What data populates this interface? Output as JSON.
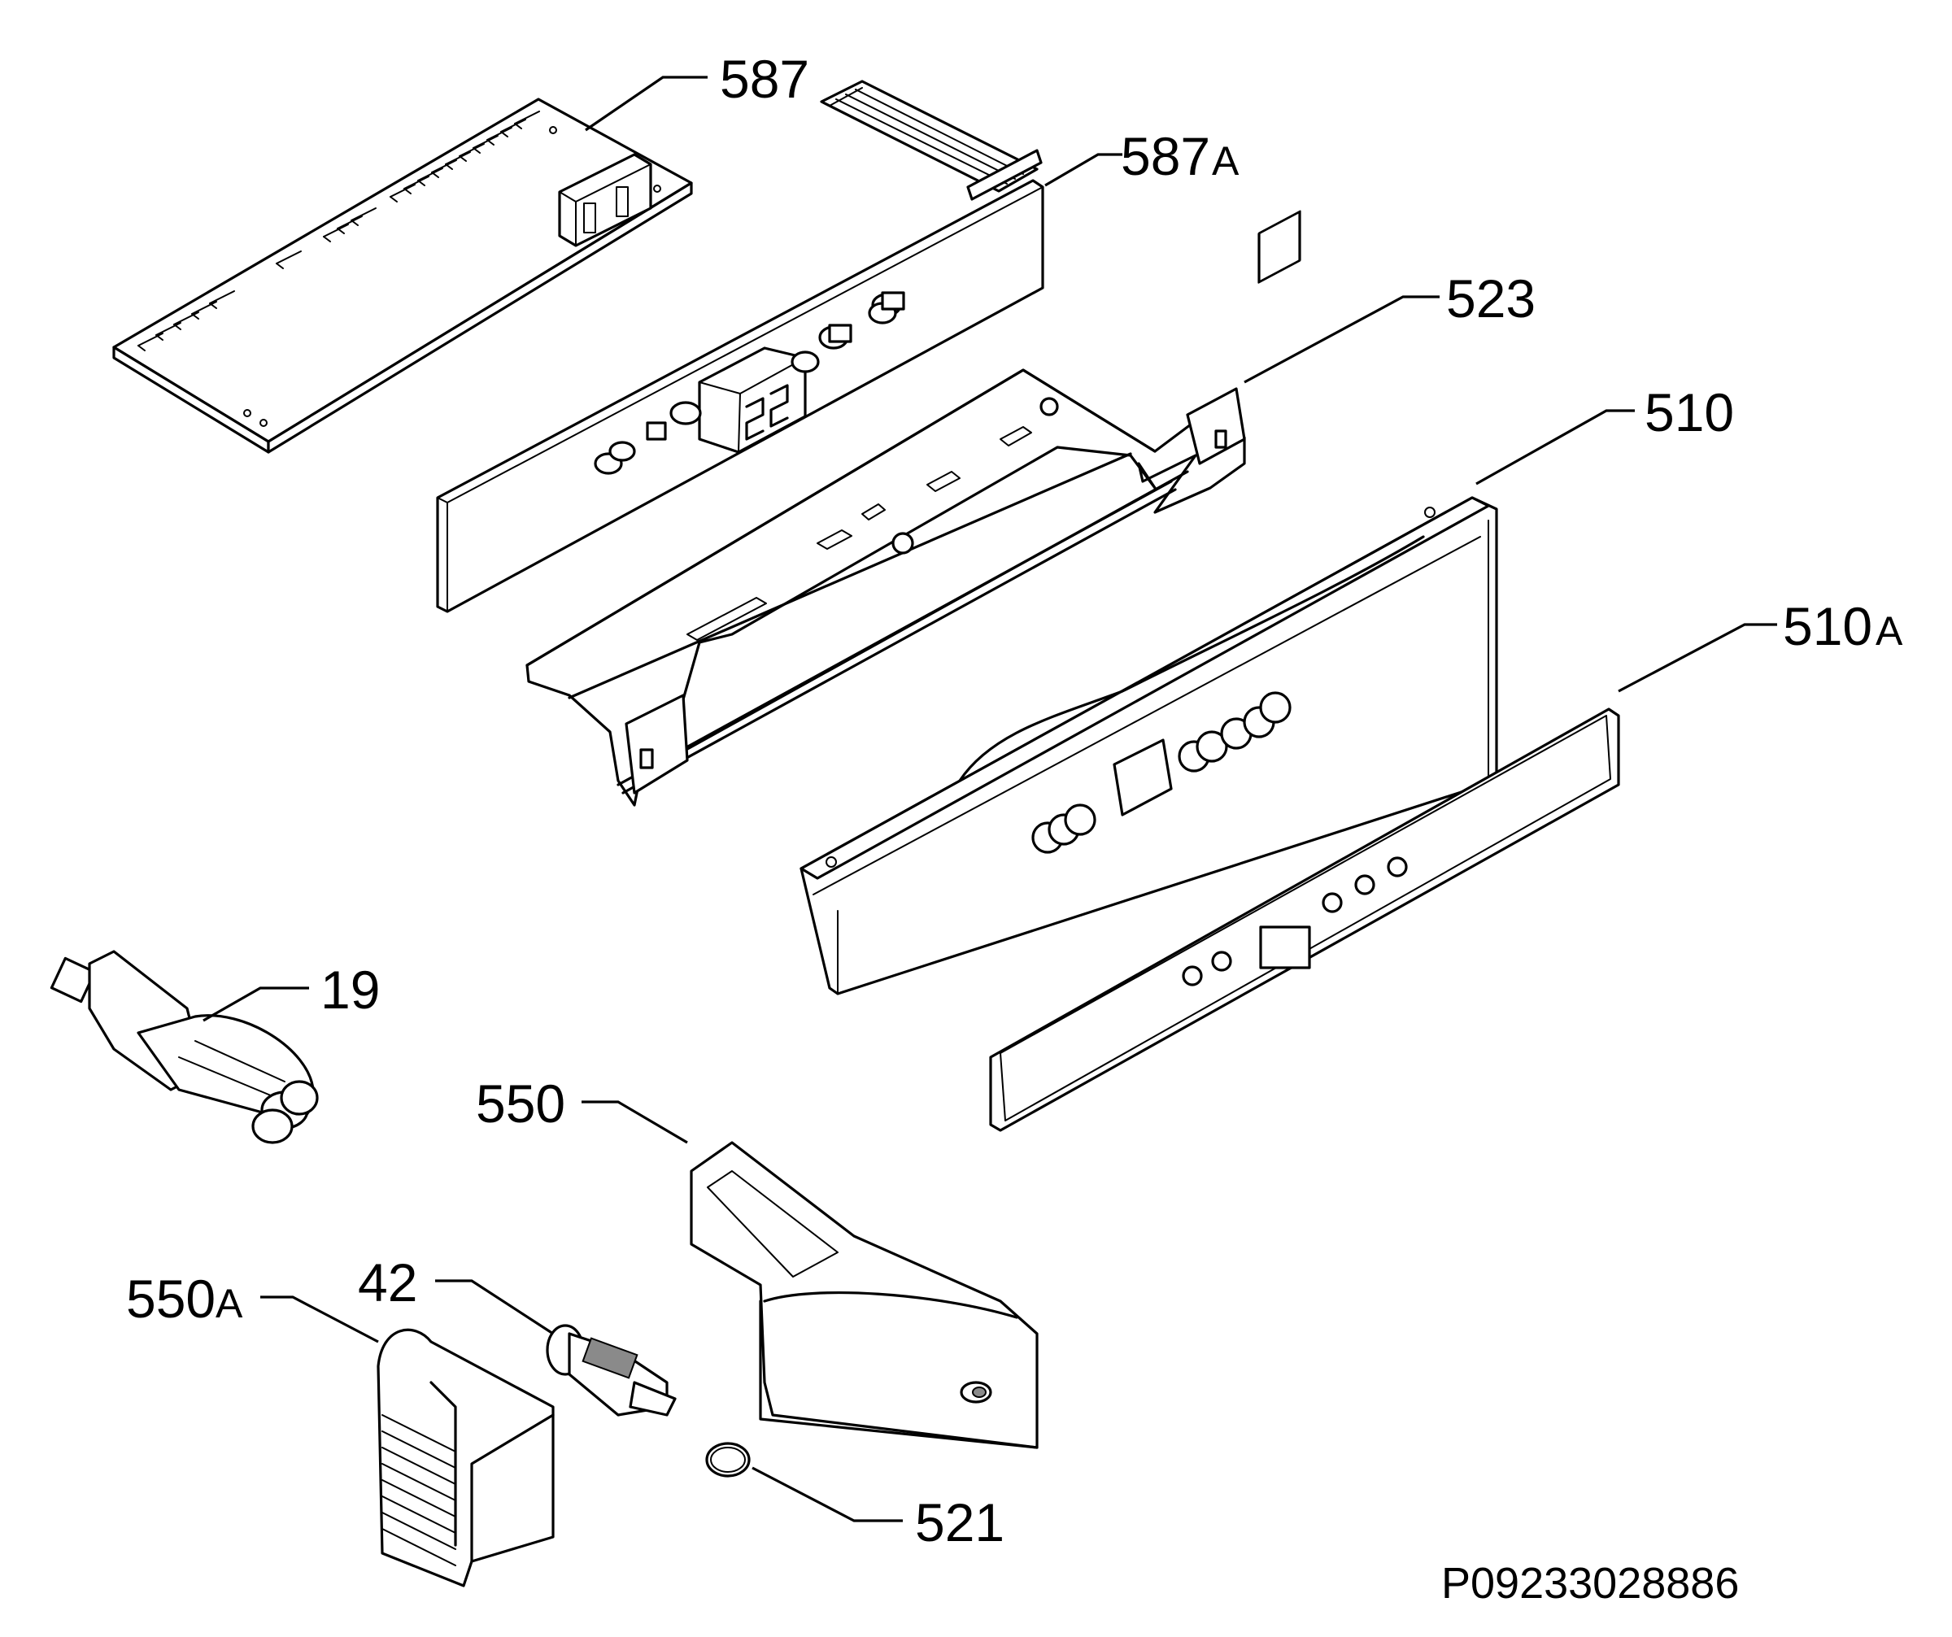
{
  "diagram_code": "P09233028886",
  "labels": {
    "l587": {
      "num": "587",
      "suffix": ""
    },
    "l587a": {
      "num": "587",
      "suffix": "A"
    },
    "l523": {
      "num": "523",
      "suffix": ""
    },
    "l510": {
      "num": "510",
      "suffix": ""
    },
    "l510a": {
      "num": "510",
      "suffix": "A"
    },
    "l19": {
      "num": "19",
      "suffix": ""
    },
    "l550": {
      "num": "550",
      "suffix": ""
    },
    "l550a": {
      "num": "550",
      "suffix": "A"
    },
    "l42": {
      "num": "42",
      "suffix": ""
    },
    "l521": {
      "num": "521",
      "suffix": ""
    }
  }
}
